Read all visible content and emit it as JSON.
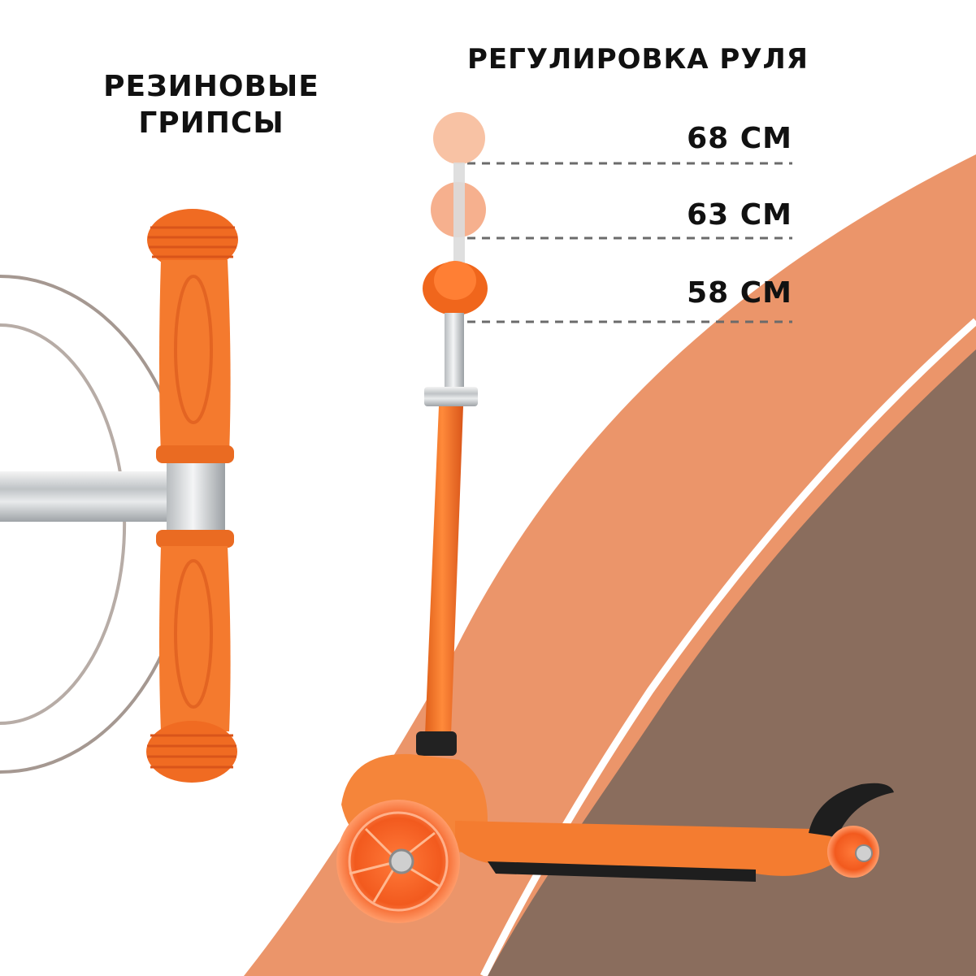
{
  "labels": {
    "grips_title_line1": "РЕЗИНОВЫЕ",
    "grips_title_line2": "ГРИПСЫ",
    "steering_title": "РЕГУЛИРОВКА РУЛЯ"
  },
  "heights": [
    {
      "label": "68 СМ"
    },
    {
      "label": "63 СМ"
    },
    {
      "label": "58 СМ"
    }
  ],
  "colors": {
    "scooter_orange": "#f2772a",
    "road_light": "#eb956a",
    "road_dark": "#8a6d5d",
    "lane_line": "#ffffff",
    "text": "#111111"
  },
  "icons": [
    "handlebar-grip-photo",
    "scooter-photo",
    "road-background"
  ]
}
